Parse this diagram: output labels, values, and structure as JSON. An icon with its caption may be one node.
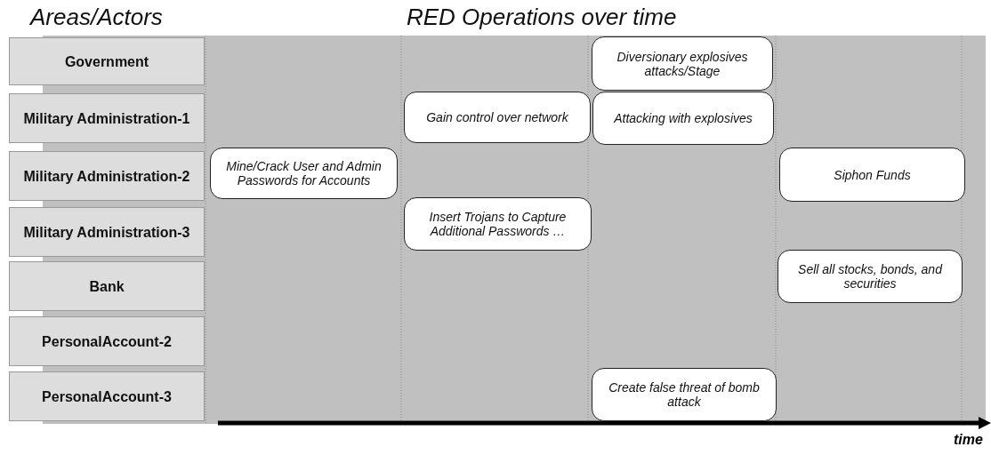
{
  "diagram": {
    "title": "RED Operations over time",
    "nodes": [
      {
        "text": [
          "Government"
        ]
      },
      {
        "text": [
          "Military Administration-1"
        ]
      },
      {
        "text": [
          "Military Administration-2"
        ]
      },
      {
        "text": [
          "Military Administration-3"
        ]
      },
      {
        "text": [
          "Bank"
        ]
      },
      {
        "text": [
          "PersonalAccount-2"
        ]
      },
      {
        "text": [
          "PersonalAccount-3"
        ]
      },
      {
        "text": [
          "Mine/Crack User and Admin Passwords for Accounts"
        ]
      },
      {
        "text": [
          "Gain control over network"
        ]
      },
      {
        "text": [
          "Insert Trojans to Capture Additional Passwords …"
        ]
      },
      {
        "text": [
          "Diversionary explosives attacks/Stage"
        ]
      },
      {
        "text": [
          "Attacking with explosives"
        ]
      },
      {
        "text": [
          "Create false threat of bomb attack"
        ]
      },
      {
        "text": [
          "Siphon Funds"
        ]
      },
      {
        "text": [
          "Sell all stocks, bonds, and securities"
        ]
      }
    ],
    "edges": [],
    "labels": [
      "Areas/Actors",
      "time"
    ]
  }
}
